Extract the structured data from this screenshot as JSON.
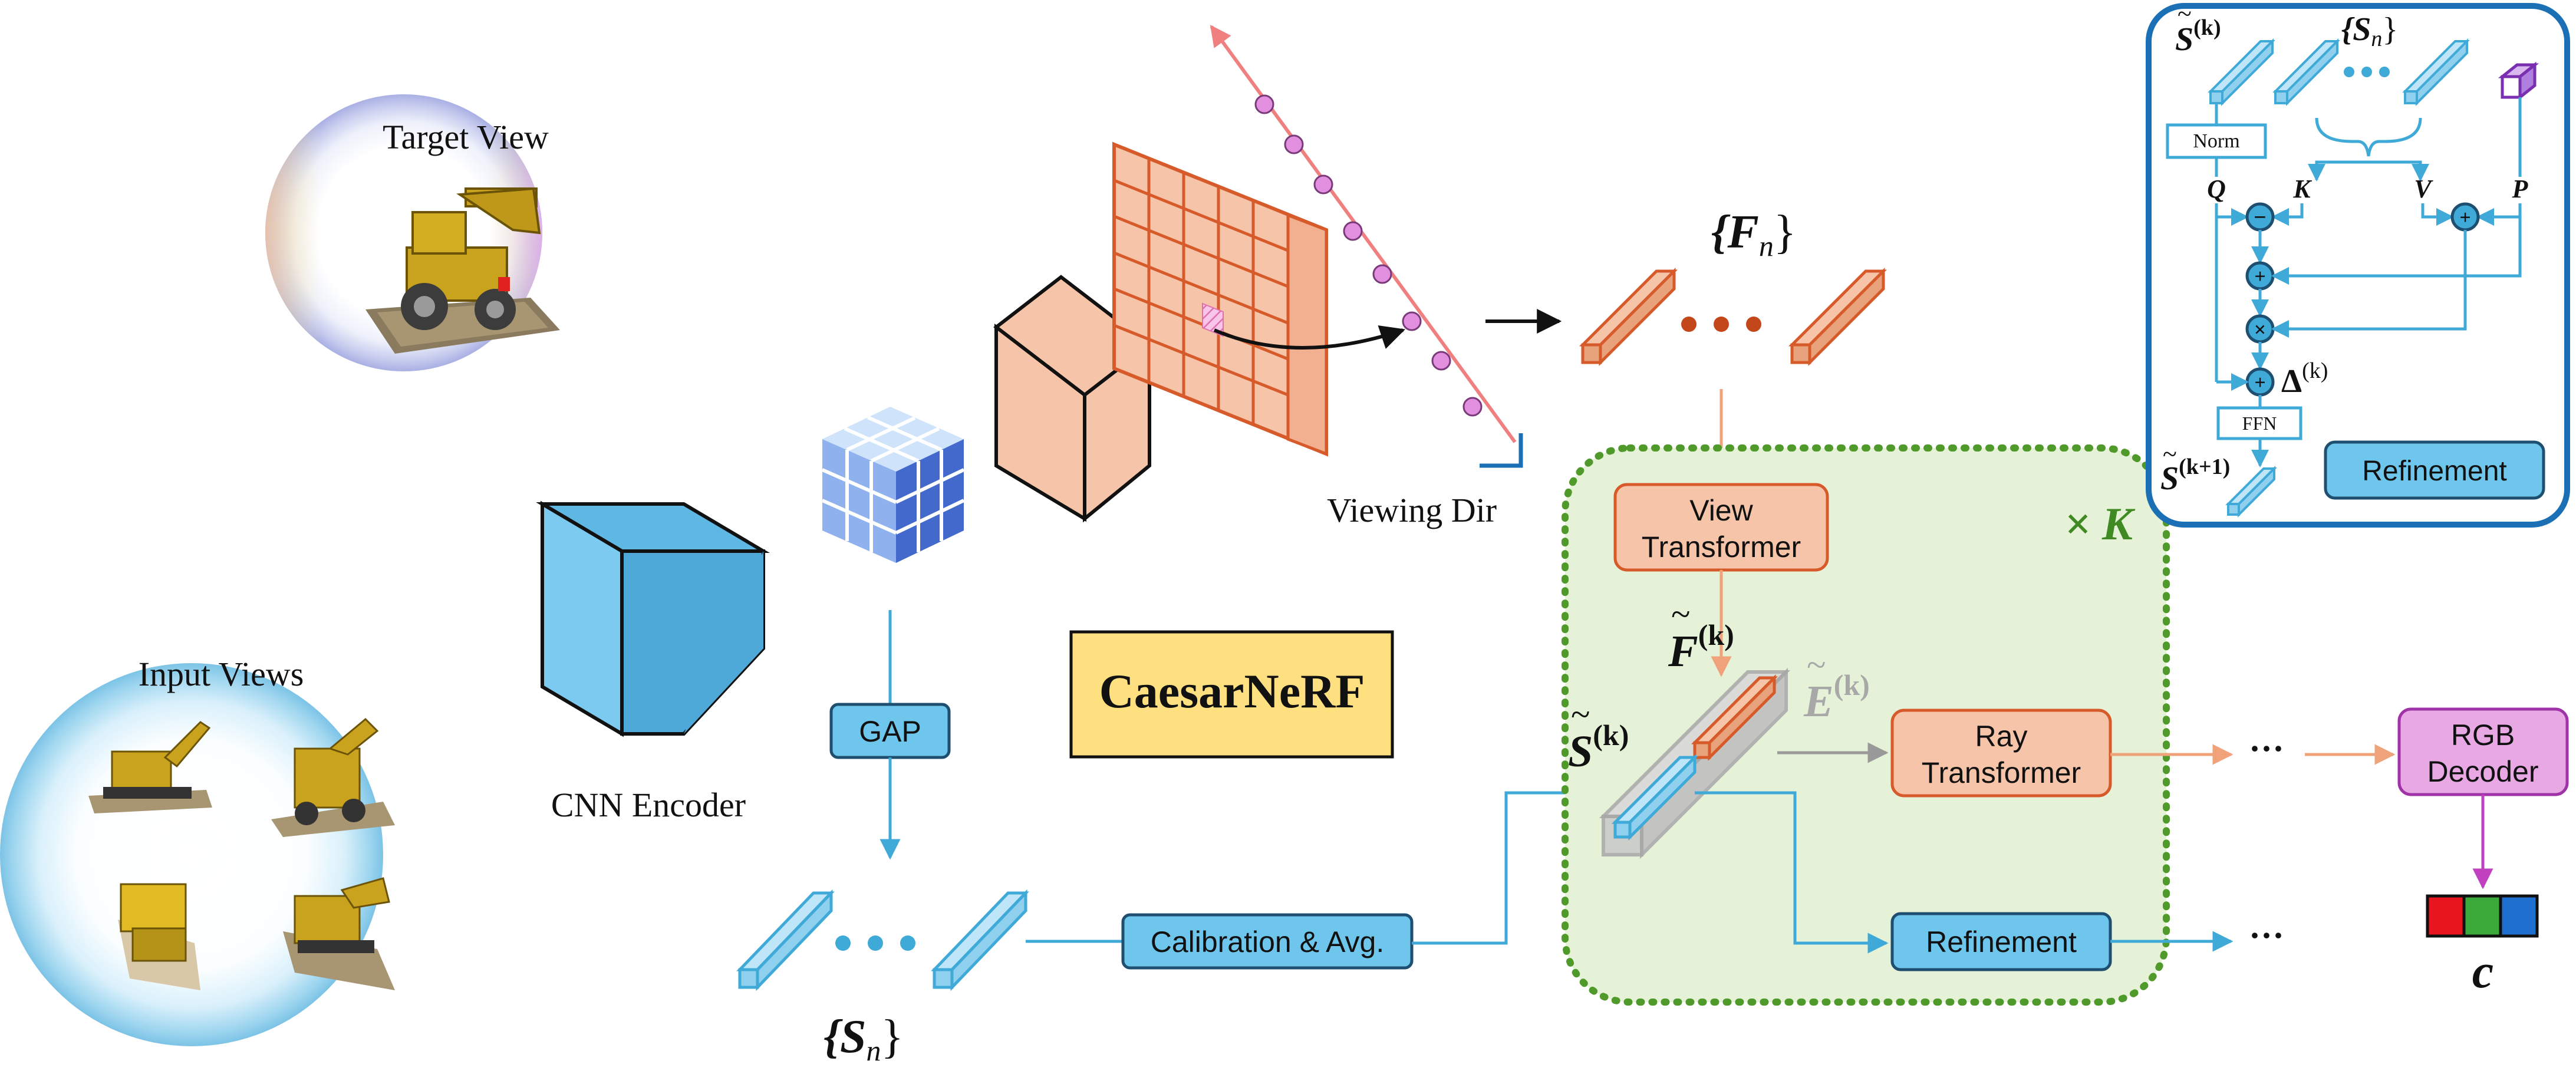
{
  "spheres": {
    "target_title": "Target View",
    "input_title": "Input Views"
  },
  "encoder": {
    "cnn_label": "CNN Encoder",
    "gap_label": "GAP"
  },
  "title_box": {
    "label": "CaesarNeRF"
  },
  "ray": {
    "viewing_dir_label": "Viewing Dir"
  },
  "features": {
    "fn_label": "{F",
    "fn_sub": "n",
    "fn_close": "}",
    "sn_label": "{S",
    "sn_sub": "n",
    "sn_close": "}"
  },
  "calibration": {
    "label": "Calibration & Avg."
  },
  "loop": {
    "view_transformer_line1": "View",
    "view_transformer_line2": "Transformer",
    "repeat_label": "× K",
    "f_tilde_label": "F",
    "e_tilde_label": "E",
    "s_tilde_label": "S",
    "k_sup": "(k)",
    "ray_transformer_line1": "Ray",
    "ray_transformer_line2": "Transformer",
    "refinement_label": "Refinement"
  },
  "ellipsis": "···",
  "decoder": {
    "line1": "RGB",
    "line2": "Decoder",
    "output_label": "c"
  },
  "inset": {
    "s_k_label": "S",
    "k_sup": "(k)",
    "sn_label": "{S",
    "sn_sub": "n",
    "sn_close": "}",
    "norm_label": "Norm",
    "q_label": "Q",
    "k_label": "K",
    "v_label": "V",
    "p_label": "P",
    "delta_label": "Δ",
    "ffn_label": "FFN",
    "s_k1_label": "S",
    "k1_sup": "(k+1)",
    "refinement_label": "Refinement",
    "minus_glyph": "−",
    "plus_glyph": "+",
    "times_glyph": "×"
  },
  "colors": {
    "blue": "#3fa9d8",
    "blue_fill": "#8fd0ee",
    "box_blue": "#6ec6ec",
    "orange": "#d65a2a",
    "orange_fill": "#f6c4a8",
    "green_bg": "#e6f2d8",
    "green_border": "#4f9a2a",
    "title_fill": "#ffe080",
    "purple": "#a033a8",
    "purple_fill": "#e7a8e4",
    "inset_border": "#1a6fb5",
    "pink_ray": "#f08080",
    "pink_point": "#e38fe0"
  }
}
